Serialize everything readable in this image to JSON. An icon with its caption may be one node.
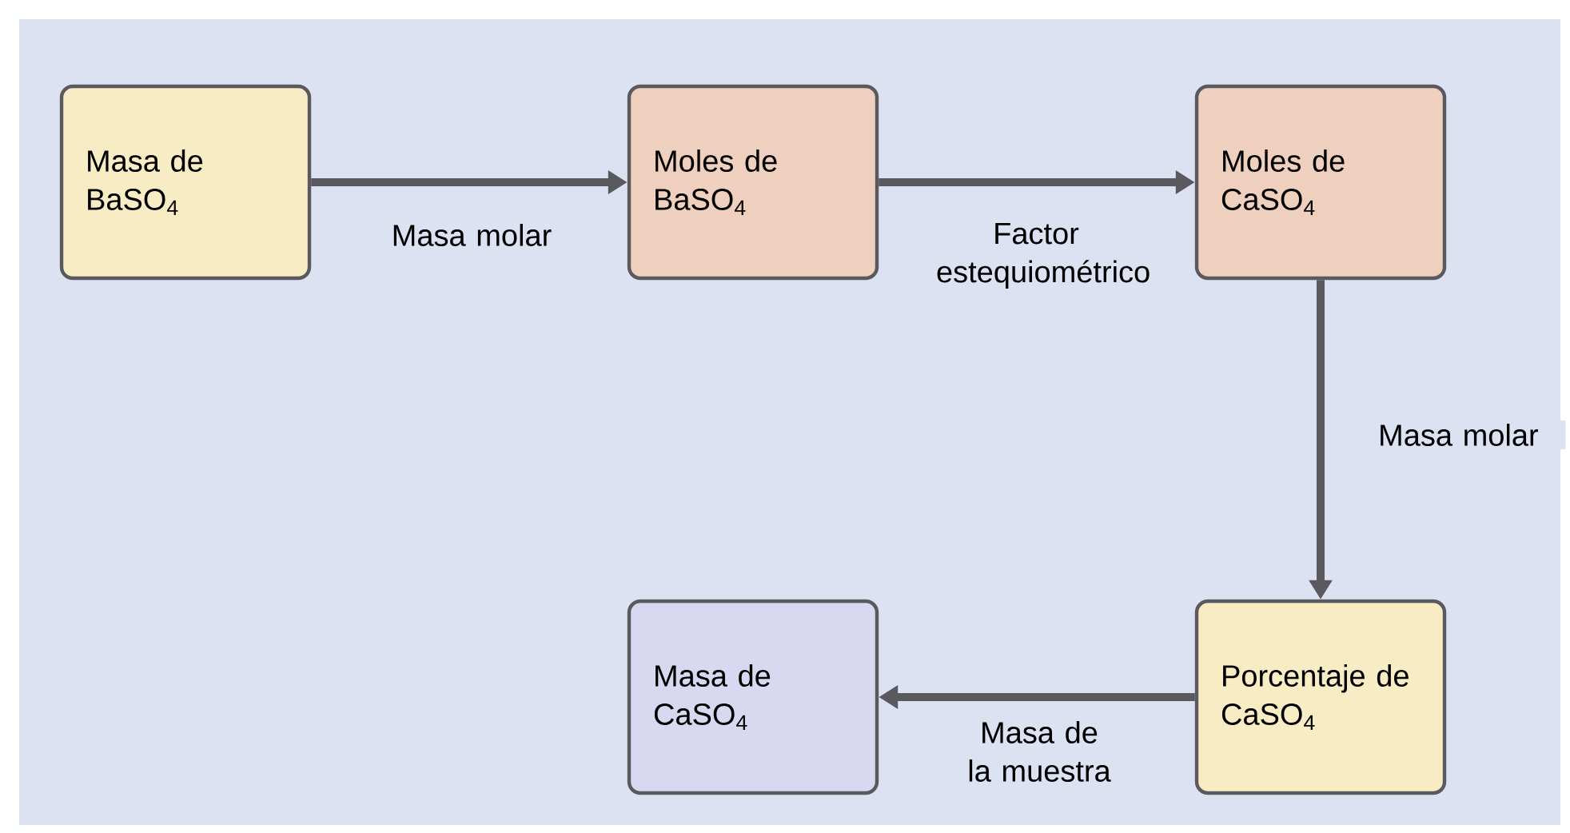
{
  "diagram": {
    "nodes": [
      {
        "text": [
          "Masa de BaSO$_{4}$"
        ]
      },
      {
        "text": [
          "Moles de BaSO$_{4}$"
        ]
      },
      {
        "text": [
          "Moles de CaSO$_{4}$"
        ]
      },
      {
        "text": [
          "Masa de CaSO$_{4}$"
        ]
      },
      {
        "text": [
          "Porcentaje de CaSO$_{4}$"
        ]
      }
    ],
    "edges": [
      {
        "from": 0,
        "to": 1,
        "arrow": "to",
        "label": "Masa molar"
      },
      {
        "from": 1,
        "to": 2,
        "arrow": "to",
        "label": "Factor estequiométrico"
      },
      {
        "from": 2,
        "to": 4,
        "arrow": "to",
        "label": "Masa molar"
      },
      {
        "from": 4,
        "to": 3,
        "arrow": "to",
        "label": "Masa de la muestra"
      }
    ]
  }
}
